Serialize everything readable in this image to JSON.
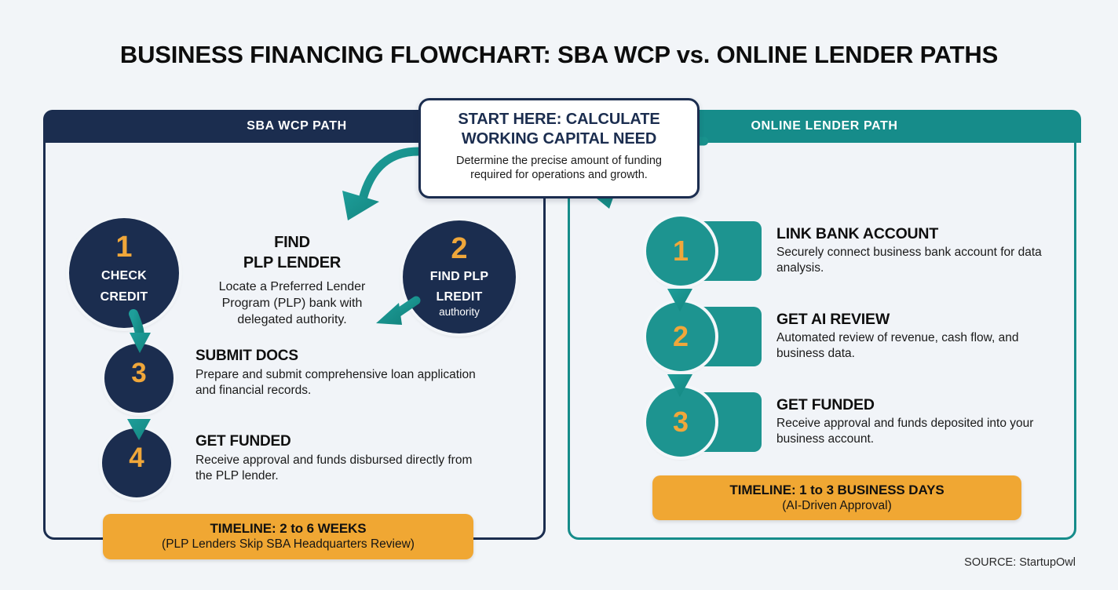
{
  "title": "BUSINESS FINANCING FLOWCHART: SBA WCP vs. ONLINE LENDER PATHS",
  "colors": {
    "navy": "#1b2d4f",
    "teal": "#168c8a",
    "teal_fill": "#1d9490",
    "orange": "#f0a733",
    "number_orange": "#f0a73a",
    "background": "#f2f5f8"
  },
  "start_card": {
    "title_line1": "START HERE: CALCULATE",
    "title_line2": "WORKING CAPITAL NEED",
    "sub_line1": "Determine the precise amount of funding",
    "sub_line2": "required for operations and growth."
  },
  "left_panel": {
    "header": "SBA WCP PATH",
    "circle1": {
      "number": "1",
      "label_line1": "CHECK",
      "label_line2": "CREDIT"
    },
    "circle2": {
      "number": "2",
      "label_line1": "FIND PLP",
      "label_line2": "LREDIT",
      "small": "authority"
    },
    "find_block": {
      "title_line1": "FIND",
      "title_line2": "PLP LENDER",
      "body": "Locate a Preferred Lender Program (PLP) bank with delegated authority."
    },
    "steps": [
      {
        "number": "3",
        "title": "SUBMIT DOCS",
        "body": "Prepare and submit comprehensive loan application and financial records."
      },
      {
        "number": "4",
        "title": "GET FUNDED",
        "body": "Receive approval and funds disbursed directly from the PLP lender."
      }
    ],
    "timeline": {
      "main": "TIMELINE: 2 to 6 WEEKS",
      "sub": "(PLP Lenders Skip SBA Headquarters Review)"
    }
  },
  "right_panel": {
    "header": "ONLINE LENDER PATH",
    "steps": [
      {
        "number": "1",
        "title": "LINK BANK ACCOUNT",
        "body": "Securely connect business bank account for data analysis."
      },
      {
        "number": "2",
        "title": "GET AI REVIEW",
        "body": "Automated review of revenue, cash flow, and business data."
      },
      {
        "number": "3",
        "title": "GET FUNDED",
        "body": "Receive approval and funds deposited into your business account."
      }
    ],
    "timeline": {
      "main": "TIMELINE: 1 to 3 BUSINESS DAYS",
      "sub": "(AI-Driven Approval)"
    }
  },
  "source": "SOURCE: StartupOwl"
}
